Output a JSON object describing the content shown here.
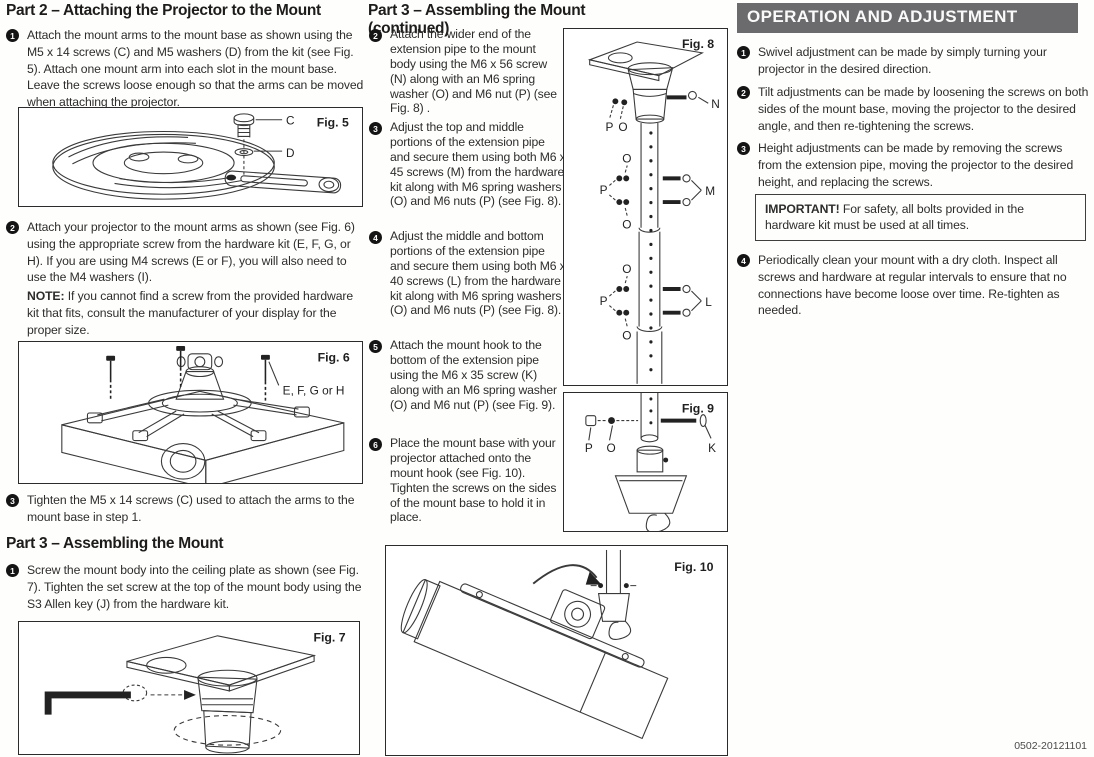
{
  "doc_code": "0502-20121101",
  "left": {
    "part2_title": "Part 2 – Attaching the Projector to the Mount",
    "part3_title": "Part 3 – Assembling the Mount",
    "p2s1": {
      "num": "1",
      "text": "Attach the mount arms to the mount base as shown using the M5 x 14 screws (C) and M5 washers (D) from the kit (see Fig. 5). Attach one mount arm into each slot in the mount base. Leave the screws loose enough so that the arms can be moved when attaching the projector."
    },
    "p2s2": {
      "num": "2",
      "text": "Attach your projector to the mount arms as shown (see Fig. 6) using the appropriate screw from the hardware kit (E, F, G, or H). If you are using M4 screws (E or F), you will also need to use the M4 washers (I)."
    },
    "p2s2_note_label": "NOTE:",
    "p2s2_note_text": " If you cannot find a screw from the provided hardware kit that fits, consult the manufacturer of your display for the proper size.",
    "p2s3": {
      "num": "3",
      "text": "Tighten the M5 x 14 screws (C) used to attach the arms to the mount base in step 1."
    },
    "p3s1": {
      "num": "1",
      "text": "Screw the mount body into the ceiling plate as shown (see Fig. 7). Tighten the set screw at the top of the mount body using the S3 Allen key (J) from the hardware kit."
    }
  },
  "middle": {
    "title": "Part 3 – Assembling the Mount (continued)",
    "s2": {
      "num": "2",
      "text": "Attach the wider end of the extension pipe to the mount body using the M6 x 56 screw (N) along with an M6 spring washer (O) and M6 nut (P) (see Fig. 8) ."
    },
    "s3": {
      "num": "3",
      "text": "Adjust the top and middle portions of the extension pipe and secure them using both M6 x 45 screws (M) from the hardware kit along with M6 spring washers (O) and M6 nuts (P) (see Fig. 8)."
    },
    "s4": {
      "num": "4",
      "text": "Adjust the middle and bottom portions of the extension pipe and secure them using both M6 x 40 screws (L) from the hardware kit along with M6 spring washers (O) and M6 nuts (P) (see Fig. 8)."
    },
    "s5": {
      "num": "5",
      "text": "Attach the mount hook to the bottom of the extension pipe using the M6 x 35 screw (K) along with an M6 spring washer (O) and M6 nut (P) (see Fig. 9)."
    },
    "s6": {
      "num": "6",
      "text": "Place the mount base with your projector attached onto the mount hook (see Fig. 10). Tighten the screws on the sides of the mount base to hold it in place."
    }
  },
  "right": {
    "header": "OPERATION AND ADJUSTMENT",
    "s1": {
      "num": "1",
      "text": "Swivel adjustment can be made by simply turning your projector in the desired direction."
    },
    "s2": {
      "num": "2",
      "text": "Tilt adjustments can be made by loosening the screws on both sides of the mount base, moving the projector to the desired angle, and then re-tightening the screws."
    },
    "s3": {
      "num": "3",
      "text": "Height adjustments can be made by removing the screws from the extension pipe, moving the projector to the desired height, and replacing the screws."
    },
    "s4": {
      "num": "4",
      "text": "Periodically clean your mount with a dry cloth. Inspect all screws and hardware at regular intervals to ensure that no connections have become loose over time. Re-tighten as needed."
    },
    "important_label": "IMPORTANT!",
    "important_text": " For safety, all bolts provided in the hardware kit must be used at all times."
  },
  "figures": {
    "fig5": {
      "label": "Fig. 5",
      "c": "C",
      "d": "D"
    },
    "fig6": {
      "label": "Fig. 6",
      "screws": "E, F, G or H"
    },
    "fig7": {
      "label": "Fig. 7"
    },
    "fig8": {
      "label": "Fig. 8",
      "n": "N",
      "p": "P",
      "o": "O",
      "m": "M",
      "l": "L"
    },
    "fig9": {
      "label": "Fig. 9",
      "p": "P",
      "o": "O",
      "k": "K"
    },
    "fig10": {
      "label": "Fig. 10"
    }
  },
  "colors": {
    "header_bg": "#6b6b6d",
    "page_bg": "#fefefd",
    "text": "#2e2d2c"
  }
}
